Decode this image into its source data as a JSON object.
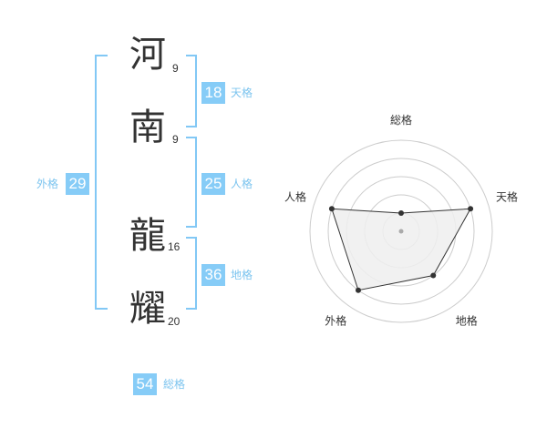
{
  "name": {
    "characters": [
      {
        "char": "河",
        "strokes": "9"
      },
      {
        "char": "南",
        "strokes": "9"
      },
      {
        "char": "龍",
        "strokes": "16"
      },
      {
        "char": "耀",
        "strokes": "20"
      }
    ]
  },
  "fortunes": {
    "tenkaku": {
      "value": "18",
      "label": "天格"
    },
    "jinkaku": {
      "value": "25",
      "label": "人格"
    },
    "chikaku": {
      "value": "36",
      "label": "地格"
    },
    "gaikaku": {
      "value": "29",
      "label": "外格"
    },
    "soukaku": {
      "value": "54",
      "label": "総格"
    }
  },
  "chart_data": {
    "type": "radar",
    "axes": [
      "総格",
      "天格",
      "地格",
      "外格",
      "人格"
    ],
    "values": [
      1,
      4,
      3,
      4,
      4
    ],
    "range": [
      0,
      5
    ],
    "rings": 5,
    "colors": {
      "fill": "#eeeeee",
      "line": "#333333",
      "grid": "#cccccc",
      "point": "#333333",
      "center": "#aaaaaa"
    }
  }
}
